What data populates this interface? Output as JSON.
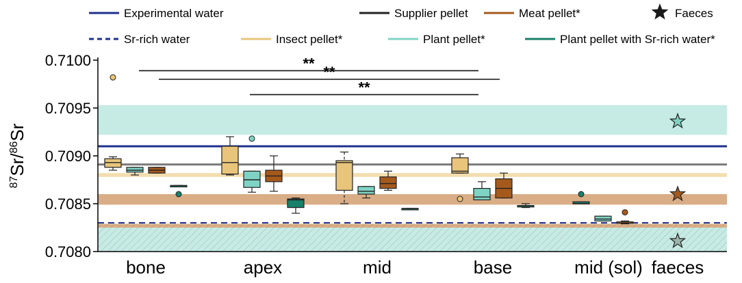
{
  "chart_data": {
    "type": "box",
    "ylabel_main": "Sr/",
    "ylabel_sup1": "87",
    "ylabel_sup2": "86",
    "ylabel_tail": "Sr",
    "ylim": [
      0.708,
      0.71
    ],
    "yticks": [
      {
        "value": 0.708,
        "label": "0.7080"
      },
      {
        "value": 0.7085,
        "label": "0.7085"
      },
      {
        "value": 0.709,
        "label": "0.7090"
      },
      {
        "value": 0.7095,
        "label": "0.7095"
      },
      {
        "value": 0.71,
        "label": "0.7100"
      }
    ],
    "categories": [
      "bone",
      "apex",
      "mid",
      "base",
      "mid (sol)",
      "faeces"
    ],
    "legend": [
      {
        "key": "experimental_water",
        "label": "Experimental water",
        "style": "line",
        "color": "#1f2f8f"
      },
      {
        "key": "supplier_pellet",
        "label": "Supplier pellet",
        "style": "line",
        "color": "#222222"
      },
      {
        "key": "meat_pellet",
        "label": "Meat pellet*",
        "style": "line",
        "color": "#a55a1c"
      },
      {
        "key": "faeces",
        "label": "Faeces",
        "style": "star",
        "color": "#222222"
      },
      {
        "key": "sr_rich_water",
        "label": "Sr-rich water",
        "style": "dashed",
        "color": "#1f2f8f"
      },
      {
        "key": "insect_pellet",
        "label": "Insect pellet*",
        "style": "line",
        "color": "#e8c57a"
      },
      {
        "key": "plant_pellet",
        "label": "Plant pellet*",
        "style": "line",
        "color": "#7fd3c4"
      },
      {
        "key": "plant_pellet_sr",
        "label": "Plant pellet with Sr-rich water*",
        "style": "line",
        "color": "#17806a"
      }
    ],
    "reference_lines": [
      {
        "name": "Experimental water",
        "value": 0.7091,
        "color": "#1f2f8f",
        "style": "solid"
      },
      {
        "name": "Supplier pellet",
        "value": 0.70891,
        "color": "#7a7a7a",
        "style": "solid"
      },
      {
        "name": "Sr-rich water",
        "value": 0.7083,
        "color": "#1f2f8f",
        "style": "dashed"
      }
    ],
    "reference_bands": [
      {
        "name": "Plant pellet*",
        "low": 0.70922,
        "high": 0.70953,
        "color": "#7fd3c4",
        "opacity": 0.45
      },
      {
        "name": "Insect pellet*",
        "low": 0.70878,
        "high": 0.70882,
        "color": "#f2d9a6",
        "opacity": 0.9
      },
      {
        "name": "Meat pellet*",
        "low": 0.70849,
        "high": 0.7086,
        "color": "#c98a52",
        "opacity": 0.7
      },
      {
        "name": "Meat pellet* (Sr-rich)",
        "low": 0.70825,
        "high": 0.70829,
        "color": "#c98a52",
        "opacity": 0.7,
        "hatch": true
      },
      {
        "name": "Plant pellet with Sr-rich water*",
        "low": 0.708,
        "high": 0.70825,
        "color": "#7fd3c4",
        "opacity": 0.45,
        "hatch": true
      }
    ],
    "series": [
      {
        "key": "insect_pellet",
        "color": "#e8c57a",
        "boxes": [
          {
            "cat": 0,
            "whislo": 0.70885,
            "q1": 0.70888,
            "med": 0.70893,
            "q3": 0.70897,
            "whishi": 0.70899,
            "fliers": [
              0.70982
            ]
          },
          {
            "cat": 1,
            "whislo": 0.7088,
            "q1": 0.70881,
            "med": 0.70893,
            "q3": 0.7091,
            "whishi": 0.7092,
            "fliers": []
          },
          {
            "cat": 2,
            "whislo": 0.7085,
            "q1": 0.70864,
            "med": 0.70893,
            "q3": 0.70895,
            "whishi": 0.70904,
            "fliers": [],
            "dashed_whisker": true
          },
          {
            "cat": 3,
            "whislo": 0.70882,
            "q1": 0.70882,
            "med": 0.70884,
            "q3": 0.70898,
            "whishi": 0.70902,
            "fliers": [
              0.70855
            ]
          }
        ]
      },
      {
        "key": "plant_pellet",
        "color": "#7fd3c4",
        "boxes": [
          {
            "cat": 0,
            "whislo": 0.7088,
            "q1": 0.70883,
            "med": 0.70885,
            "q3": 0.70888,
            "whishi": 0.70888,
            "fliers": []
          },
          {
            "cat": 1,
            "whislo": 0.70862,
            "q1": 0.70867,
            "med": 0.70875,
            "q3": 0.70884,
            "whishi": 0.70884,
            "fliers": [
              0.70918
            ]
          },
          {
            "cat": 2,
            "whislo": 0.70856,
            "q1": 0.7086,
            "med": 0.70863,
            "q3": 0.70868,
            "whishi": 0.70868,
            "fliers": []
          },
          {
            "cat": 3,
            "whislo": 0.70854,
            "q1": 0.70854,
            "med": 0.70857,
            "q3": 0.70866,
            "whishi": 0.70873,
            "fliers": []
          },
          {
            "cat": 4,
            "whislo": 0.70832,
            "q1": 0.70832,
            "med": 0.70834,
            "q3": 0.70837,
            "whishi": 0.70837,
            "fliers": []
          }
        ]
      },
      {
        "key": "meat_pellet",
        "color": "#a55a1c",
        "boxes": [
          {
            "cat": 0,
            "whislo": 0.70882,
            "q1": 0.70882,
            "med": 0.70885,
            "q3": 0.70888,
            "whishi": 0.70888,
            "fliers": []
          },
          {
            "cat": 1,
            "whislo": 0.70863,
            "q1": 0.70873,
            "med": 0.70879,
            "q3": 0.70885,
            "whishi": 0.709,
            "fliers": []
          },
          {
            "cat": 2,
            "whislo": 0.70864,
            "q1": 0.70866,
            "med": 0.70871,
            "q3": 0.70878,
            "whishi": 0.70884,
            "fliers": []
          },
          {
            "cat": 3,
            "whislo": 0.70856,
            "q1": 0.70856,
            "med": 0.70866,
            "q3": 0.70876,
            "whishi": 0.70882,
            "fliers": []
          },
          {
            "cat": 4,
            "whislo": 0.70829,
            "q1": 0.7083,
            "med": 0.70831,
            "q3": 0.70831,
            "whishi": 0.70832,
            "fliers": [
              0.70841
            ]
          }
        ]
      },
      {
        "key": "plant_pellet_sr",
        "color": "#17806a",
        "boxes": [
          {
            "cat": 0,
            "whislo": 0.70869,
            "q1": 0.70869,
            "med": 0.70869,
            "q3": 0.70869,
            "whishi": 0.70869,
            "fliers": [
              0.7086
            ]
          },
          {
            "cat": 1,
            "whislo": 0.7084,
            "q1": 0.70846,
            "med": 0.70854,
            "q3": 0.70855,
            "whishi": 0.70856,
            "fliers": []
          },
          {
            "cat": 2,
            "whislo": 0.70845,
            "q1": 0.70845,
            "med": 0.70845,
            "q3": 0.70845,
            "whishi": 0.70845,
            "fliers": []
          },
          {
            "cat": 3,
            "whislo": 0.70846,
            "q1": 0.70847,
            "med": 0.70848,
            "q3": 0.70848,
            "whishi": 0.7085,
            "fliers": []
          },
          {
            "cat": 4,
            "whislo": 0.70851,
            "q1": 0.7085,
            "med": 0.7085,
            "q3": 0.70852,
            "whishi": 0.70852,
            "fliers": [
              0.7086
            ]
          }
        ]
      }
    ],
    "faeces_points": [
      {
        "key": "plant_pellet",
        "value": 0.70936,
        "color": "#7fd3c4"
      },
      {
        "key": "meat_pellet",
        "value": 0.7086,
        "color": "#a55a1c"
      },
      {
        "key": "plant_pellet_sr",
        "value": 0.70811,
        "color": "#9bb5ab"
      }
    ],
    "significance": [
      {
        "from_cat": 0,
        "to_cat": 3,
        "value": 0.70989,
        "label": "**"
      },
      {
        "from_cat": 0,
        "to_cat": 3,
        "value": 0.7098,
        "label": "**",
        "from_offset": 1,
        "to_offset": 1
      },
      {
        "from_cat": 1,
        "to_cat": 3,
        "value": 0.70964,
        "label": "**",
        "from_offset": 2,
        "to_offset": 0
      }
    ]
  }
}
